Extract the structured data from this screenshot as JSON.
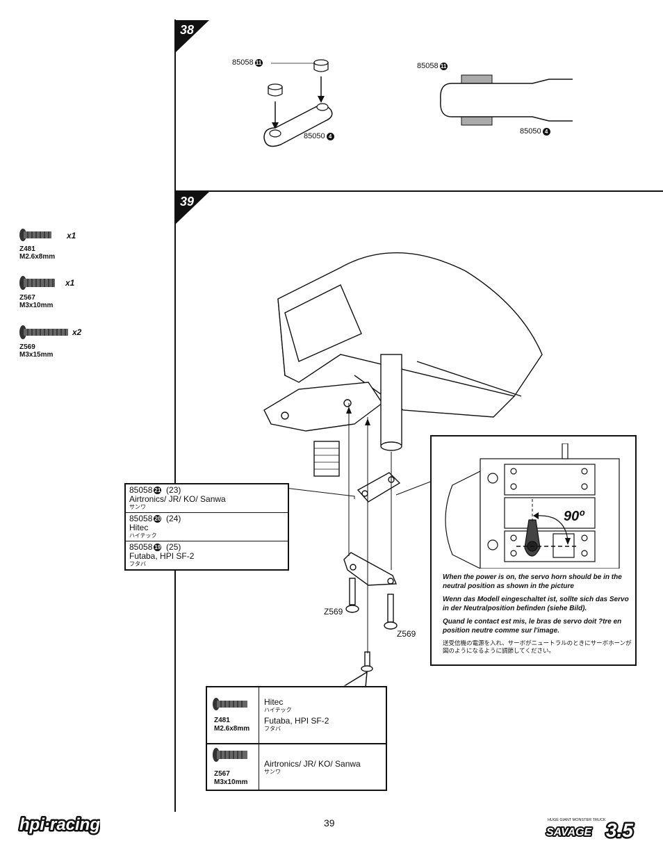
{
  "steps": [
    {
      "number": "38"
    },
    {
      "number": "39"
    }
  ],
  "step38": {
    "left": {
      "ballend_part": "85058",
      "ballend_ref": "11",
      "rod_part": "85050",
      "rod_ref": "4"
    },
    "right": {
      "ballend_part": "85058",
      "ballend_ref": "11",
      "rod_part": "85050",
      "rod_ref": "4"
    }
  },
  "screws_left": [
    {
      "code": "Z481",
      "size": "M2.6x8mm",
      "qty": "x1"
    },
    {
      "code": "Z567",
      "size": "M3x10mm",
      "qty": "x1"
    },
    {
      "code": "Z569",
      "size": "M3x15mm",
      "qty": "x2"
    }
  ],
  "horn_callout": [
    {
      "part": "85058",
      "ref": "21",
      "size": "(23)",
      "brands": "Airtronics/ JR/ KO/ Sanwa",
      "brands_jp": "サンワ"
    },
    {
      "part": "85058",
      "ref": "20",
      "size": "(24)",
      "brands": "Hitec",
      "brands_jp": "ハイテック"
    },
    {
      "part": "85058",
      "ref": "19",
      "size": "(25)",
      "brands": "Futaba, HPI SF-2",
      "brands_jp": "フタバ"
    }
  ],
  "screw_labels": {
    "z569_a": "Z569",
    "z569_b": "Z569"
  },
  "servo_box": {
    "angle": "90º",
    "text_en": "When the power is on, the servo horn should be in the neutral position as shown in the picture",
    "text_de": "Wenn das Modell eingeschaltet ist, sollte sich das Servo in der Neutralposition befinden (siehe Bild).",
    "text_fr": "Quand le contact est mis, le bras de servo doit ?tre en position neutre comme sur l'image.",
    "text_jp": "送受信機の電源を入れ、サーボがニュートラルのときにサーボホーンが図のようになるように調節してください。"
  },
  "bottom_table": [
    {
      "code": "Z481",
      "size": "M2.6x8mm",
      "lines": [
        {
          "text": "Hitec",
          "jp": "ハイテック"
        },
        {
          "text": "Futaba, HPI SF-2",
          "jp": "フタバ"
        }
      ]
    },
    {
      "code": "Z567",
      "size": "M3x10mm",
      "lines": [
        {
          "text": "Airtronics/ JR/ KO/ Sanwa",
          "jp": "サンワ"
        }
      ]
    }
  ],
  "footer": {
    "page_number": "39",
    "brand_left": "hpi·racing",
    "brand_right_small": "HUGE GIANT MONSTER TRUCK",
    "brand_right": "SAVAGE",
    "brand_right_version": "3.5"
  }
}
